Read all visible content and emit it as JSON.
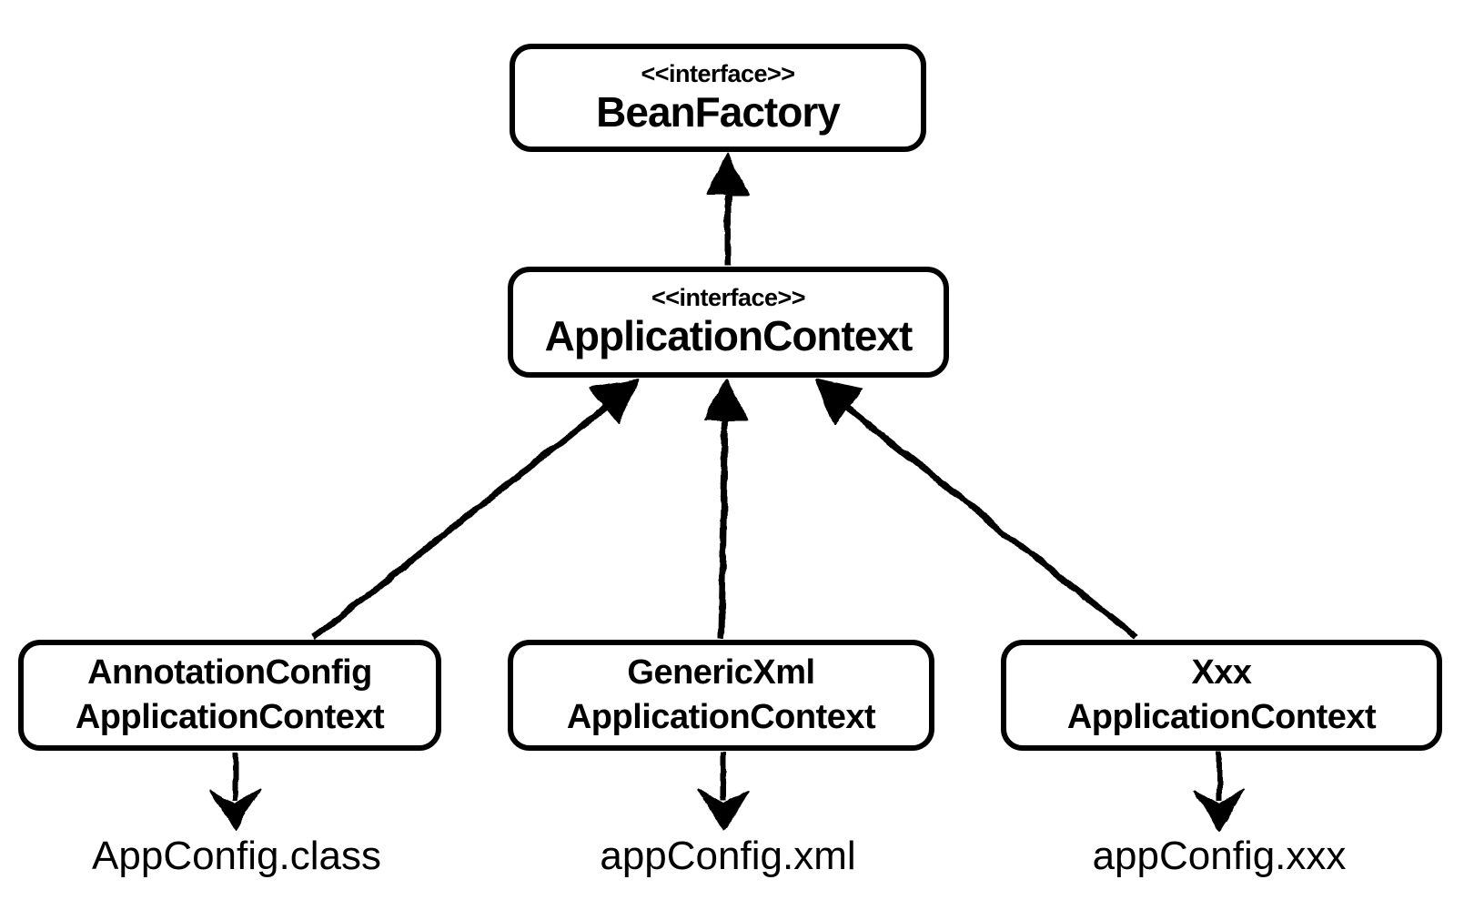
{
  "diagram": {
    "nodes": {
      "bean_factory": {
        "stereotype": "<<interface>>",
        "name": "BeanFactory"
      },
      "application_context": {
        "stereotype": "<<interface>>",
        "name": "ApplicationContext"
      },
      "annotation_config_application_context": {
        "line1": "AnnotationConfig",
        "line2": "ApplicationContext"
      },
      "generic_xml_application_context": {
        "line1": "GenericXml",
        "line2": "ApplicationContext"
      },
      "xxx_application_context": {
        "line1": "Xxx",
        "line2": "ApplicationContext"
      }
    },
    "config_labels": {
      "annotation_source": "AppConfig.class",
      "xml_source": "appConfig.xml",
      "xxx_source": "appConfig.xxx"
    },
    "colors": {
      "ink": "#000000",
      "background": "#ffffff"
    }
  }
}
